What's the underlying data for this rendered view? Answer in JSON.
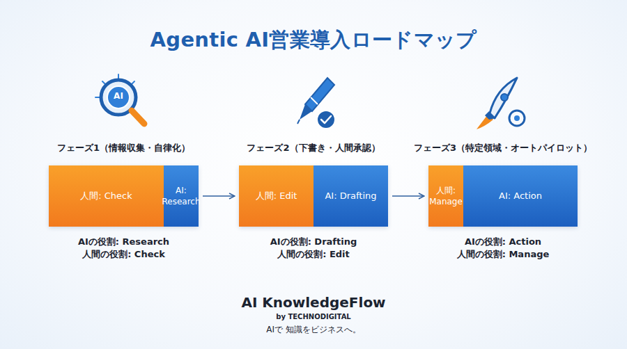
{
  "diagram": {
    "title": "Agentic AI営業導入ロードマップ",
    "nodes": [
      {
        "text": [
          "フェーズ1（情報収集・自律化）",
          "AIの役割: Research",
          "人間の役割: Check"
        ]
      },
      {
        "text": [
          "人間: Check"
        ],
        "in": 0
      },
      {
        "text": [
          "AI: Research"
        ],
        "in": 0
      },
      {
        "text": [
          "フェーズ2（下書き・人間承認）",
          "AIの役割: Drafting",
          "人間の役割: Edit"
        ]
      },
      {
        "text": [
          "人間: Edit"
        ],
        "in": 3
      },
      {
        "text": [
          "AI: Drafting"
        ],
        "in": 3
      },
      {
        "text": [
          "フェーズ3（特定領域・オートパイロット）",
          "AIの役割: Action",
          "人間の役割: Manage"
        ]
      },
      {
        "text": [
          "人間: Manage"
        ],
        "in": 6
      },
      {
        "text": [
          "AI: Action"
        ],
        "in": 6
      }
    ],
    "edges": [
      {
        "from": 0,
        "to": 3,
        "arrow": "to"
      },
      {
        "from": 3,
        "to": 6,
        "arrow": "to"
      }
    ],
    "labels": [
      "AI",
      "AI KnowledgeFlow",
      "by TECHNODIGITAL",
      "AIで 知識をビジネスへ。"
    ]
  }
}
